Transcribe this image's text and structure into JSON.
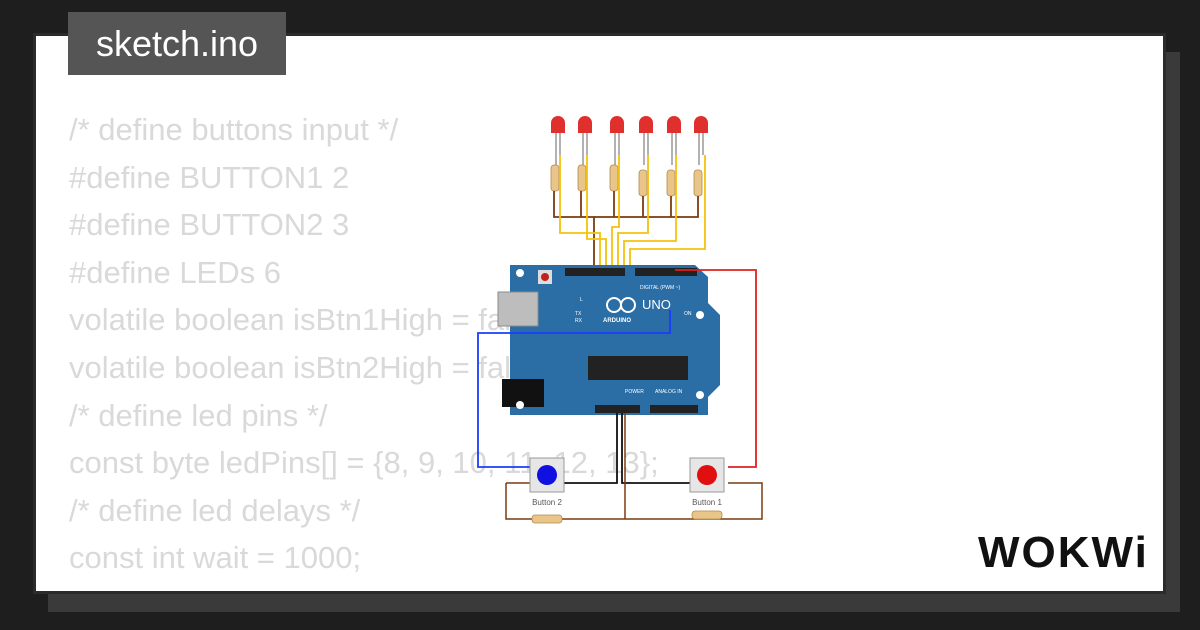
{
  "file_tab": {
    "title": "sketch.ino"
  },
  "code_lines": [
    "/* define buttons input */",
    "#define BUTTON1 2",
    "#define BUTTON2 3",
    "#define LEDs 6",
    "volatile boolean isBtn1High = false;",
    "volatile boolean isBtn2High = false;",
    "/* define led pins */",
    "const byte ledPins[] = {8, 9, 10, 11, 12, 13};",
    "/* define led delays */",
    "const int wait = 1000;",
    "/* ..."
  ],
  "board": {
    "model_label": "UNO",
    "brand_label": "ARDUINO",
    "digital_label": "DIGITAL (PWM ~)",
    "power_label": "POWER",
    "analog_label": "ANALOG IN",
    "on_label": "ON",
    "l_label": "L",
    "tx_label": "TX",
    "rx_label": "RX"
  },
  "buttons": [
    {
      "label": "Button 2",
      "color": "#1010e0"
    },
    {
      "label": "Button 1",
      "color": "#e01010"
    }
  ],
  "brand": {
    "logo_text": "WOKWi"
  },
  "colors": {
    "board": "#2b6ea6",
    "led": "#e0302e",
    "wire_yellow": "#f4c20d",
    "wire_brown": "#7a3b10",
    "wire_red": "#e02020",
    "wire_blue": "#1a3cff",
    "wire_black": "#111111"
  }
}
